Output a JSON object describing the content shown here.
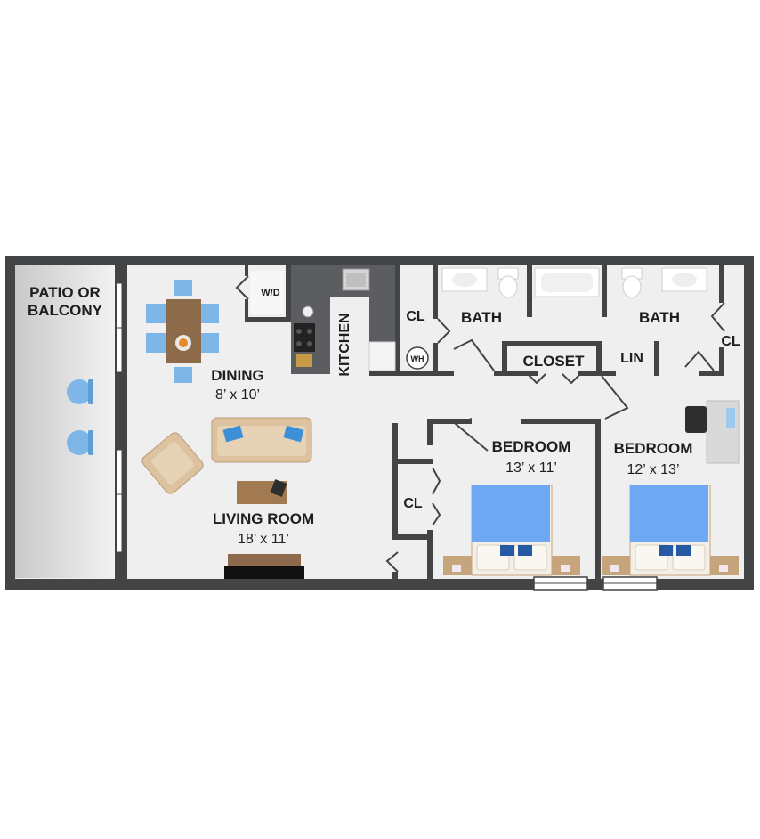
{
  "rooms": {
    "patio": {
      "line1": "PATIO OR",
      "line2": "BALCONY"
    },
    "dining": {
      "name": "DINING",
      "size": "8’ x 10’"
    },
    "living": {
      "name": "LIVING ROOM",
      "size": "18’ x 11’"
    },
    "kitchen": {
      "name": "KITCHEN"
    },
    "bath1": {
      "name": "BATH"
    },
    "bath2": {
      "name": "BATH"
    },
    "closet": {
      "name": "CLOSET"
    },
    "linen": {
      "name": "LIN"
    },
    "bedroom1": {
      "name": "BEDROOM",
      "size": "13’ x 11’"
    },
    "bedroom2": {
      "name": "BEDROOM",
      "size": "12’ x 13’"
    },
    "cl_bath1": {
      "name": "CL"
    },
    "cl_bath2": {
      "name": "CL"
    },
    "cl_bedroom1": {
      "name": "CL"
    }
  },
  "fixtures": {
    "washer_dryer": "W/D",
    "water_heater": "WH"
  },
  "colors": {
    "wall": "#434446",
    "floor": "#efefef",
    "patio": "#d4d4d4",
    "bed_blanket": "#6fa8f2",
    "pillow_accent": "#2559a3",
    "sofa": "#dcc29f",
    "chair": "#7eb6e8",
    "table": "#8c6a4a"
  }
}
